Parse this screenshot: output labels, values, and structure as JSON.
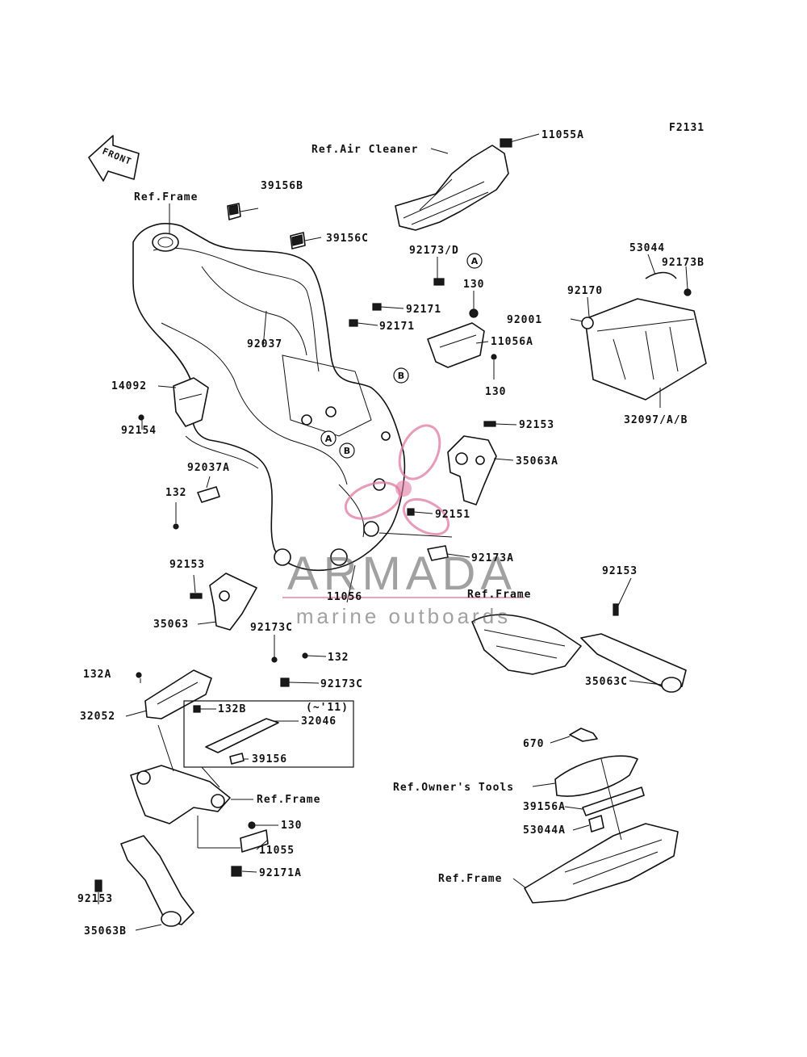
{
  "diagram": {
    "figure_code": "F2131",
    "front_label": "FRONT",
    "labels": {
      "ref_air_cleaner": "Ref.Air Cleaner",
      "p11055A": "11055A",
      "ref_frame_top": "Ref.Frame",
      "p39156B": "39156B",
      "p39156C": "39156C",
      "p92173D": "92173/D",
      "p53044": "53044",
      "p92173B": "92173B",
      "p130_a": "130",
      "p92170": "92170",
      "p92171_a": "92171",
      "p92001": "92001",
      "p92171_b": "92171",
      "p11056A": "11056A",
      "p92037": "92037",
      "p130_b": "130",
      "p32097AB": "32097/A/B",
      "p14092": "14092",
      "p92153_a": "92153",
      "p92154": "92154",
      "p35063A": "35063A",
      "p92037A": "92037A",
      "p132_a": "132",
      "p92151": "92151",
      "p92173A": "92173A",
      "p92153_b": "92153",
      "p92153_c": "92153",
      "p11056": "11056",
      "ref_frame_mid": "Ref.Frame",
      "p35063": "35063",
      "p92173C_a": "92173C",
      "p132_b": "132",
      "p132A": "132A",
      "p92173C_b": "92173C",
      "p35063C": "35063C",
      "p132B": "132B",
      "p11_note": "(~'11)",
      "p32052": "32052",
      "p32046": "32046",
      "p670": "670",
      "p39156": "39156",
      "ref_owners_tools": "Ref.Owner's Tools",
      "ref_frame_low": "Ref.Frame",
      "p39156A": "39156A",
      "p130_c": "130",
      "p53044A": "53044A",
      "p11055": "11055",
      "p92171A": "92171A",
      "ref_frame_bottom": "Ref.Frame",
      "p92153_d": "92153",
      "p35063B": "35063B"
    },
    "callouts": {
      "a1": "A",
      "b1": "B",
      "a2": "A",
      "b2": "B"
    }
  },
  "watermark": {
    "brand": "ARMADA",
    "tagline": "marine outboards",
    "accent_color": "#e07aa0"
  }
}
